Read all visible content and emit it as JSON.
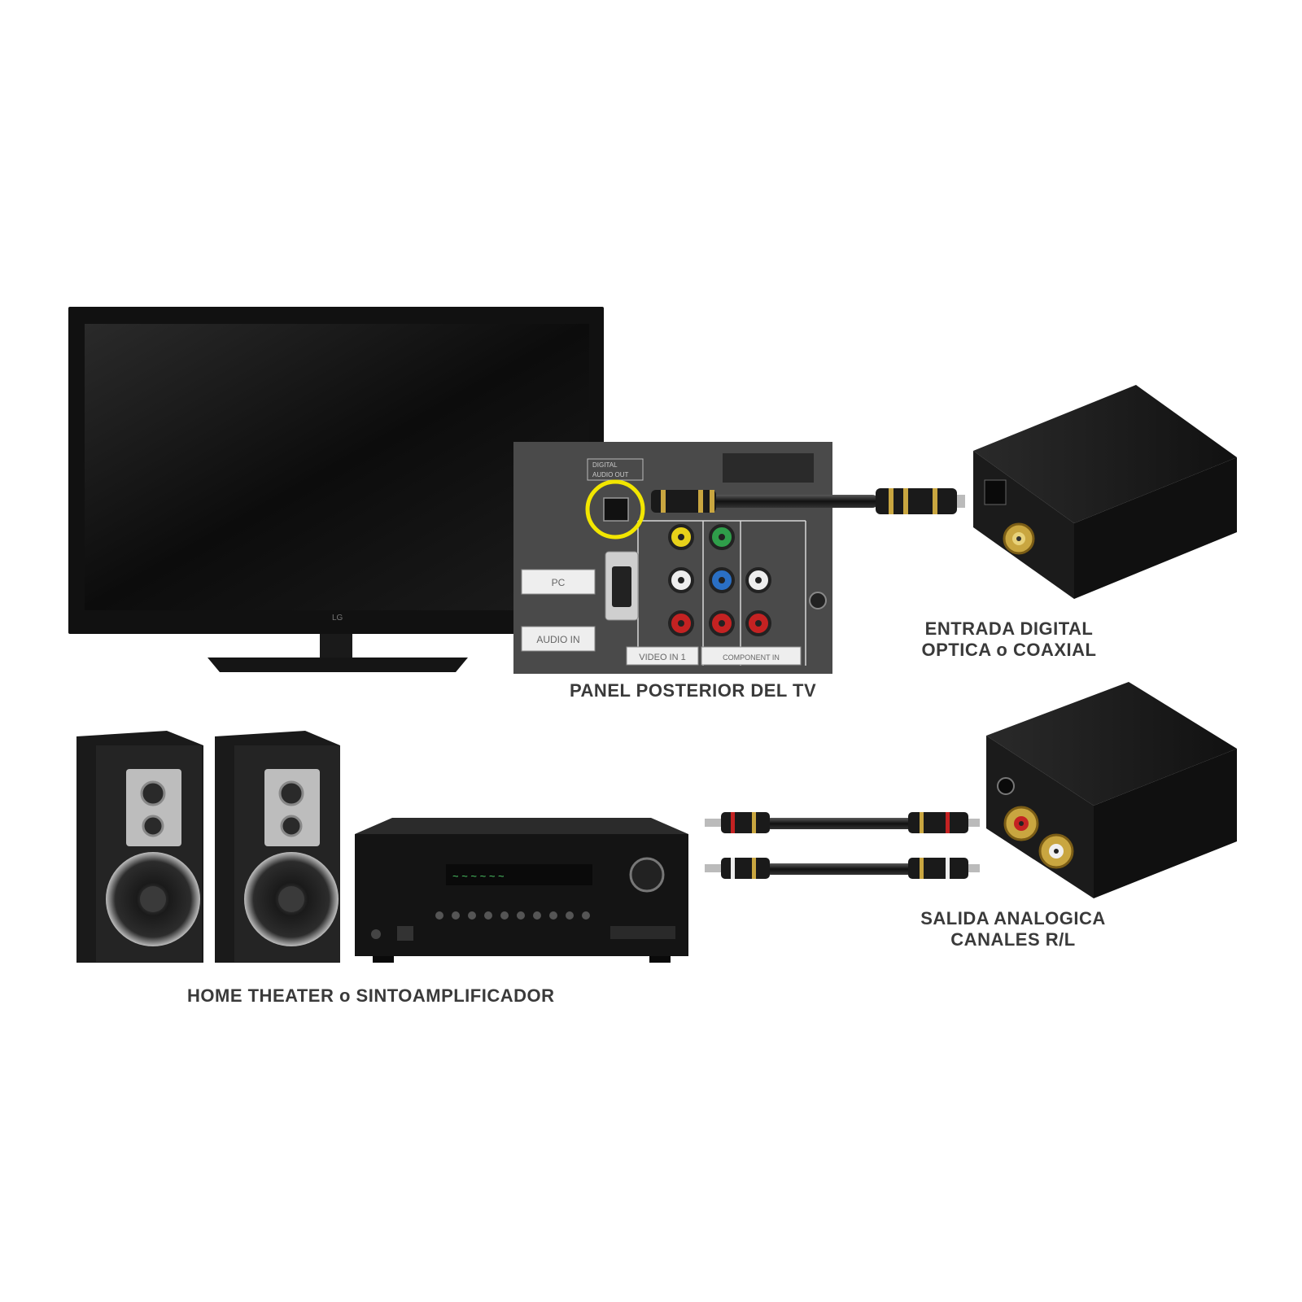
{
  "captions": {
    "tv_panel": "PANEL POSTERIOR DEL TV",
    "digital_input_line1": "ENTRADA DIGITAL",
    "digital_input_line2": "OPTICA o COAXIAL",
    "analog_output_line1": "SALIDA ANALOGICA",
    "analog_output_line2": "CANALES R/L",
    "home_theater": "HOME THEATER o SINTOAMPLIFICADOR"
  },
  "tv": {
    "logo": "LG"
  },
  "panel_labels": {
    "digital_audio_out_line1": "DIGITAL",
    "digital_audio_out_line2": "AUDIO OUT",
    "pc": "PC",
    "audio_in": "AUDIO IN",
    "video_in_1": "VIDEO IN 1",
    "component_in": "COMPONENT IN"
  },
  "colors": {
    "background": "#ffffff",
    "device_black": "#161616",
    "panel_gray": "#4a4a4a",
    "highlight_ring": "#f2e600",
    "gold": "#c9a640",
    "jack_yellow": "#e8d21a",
    "jack_green": "#2f9e4a",
    "jack_blue": "#2a6fc4",
    "jack_red": "#c42222",
    "jack_white": "#eeeeee",
    "display_green": "#4fd06a"
  }
}
